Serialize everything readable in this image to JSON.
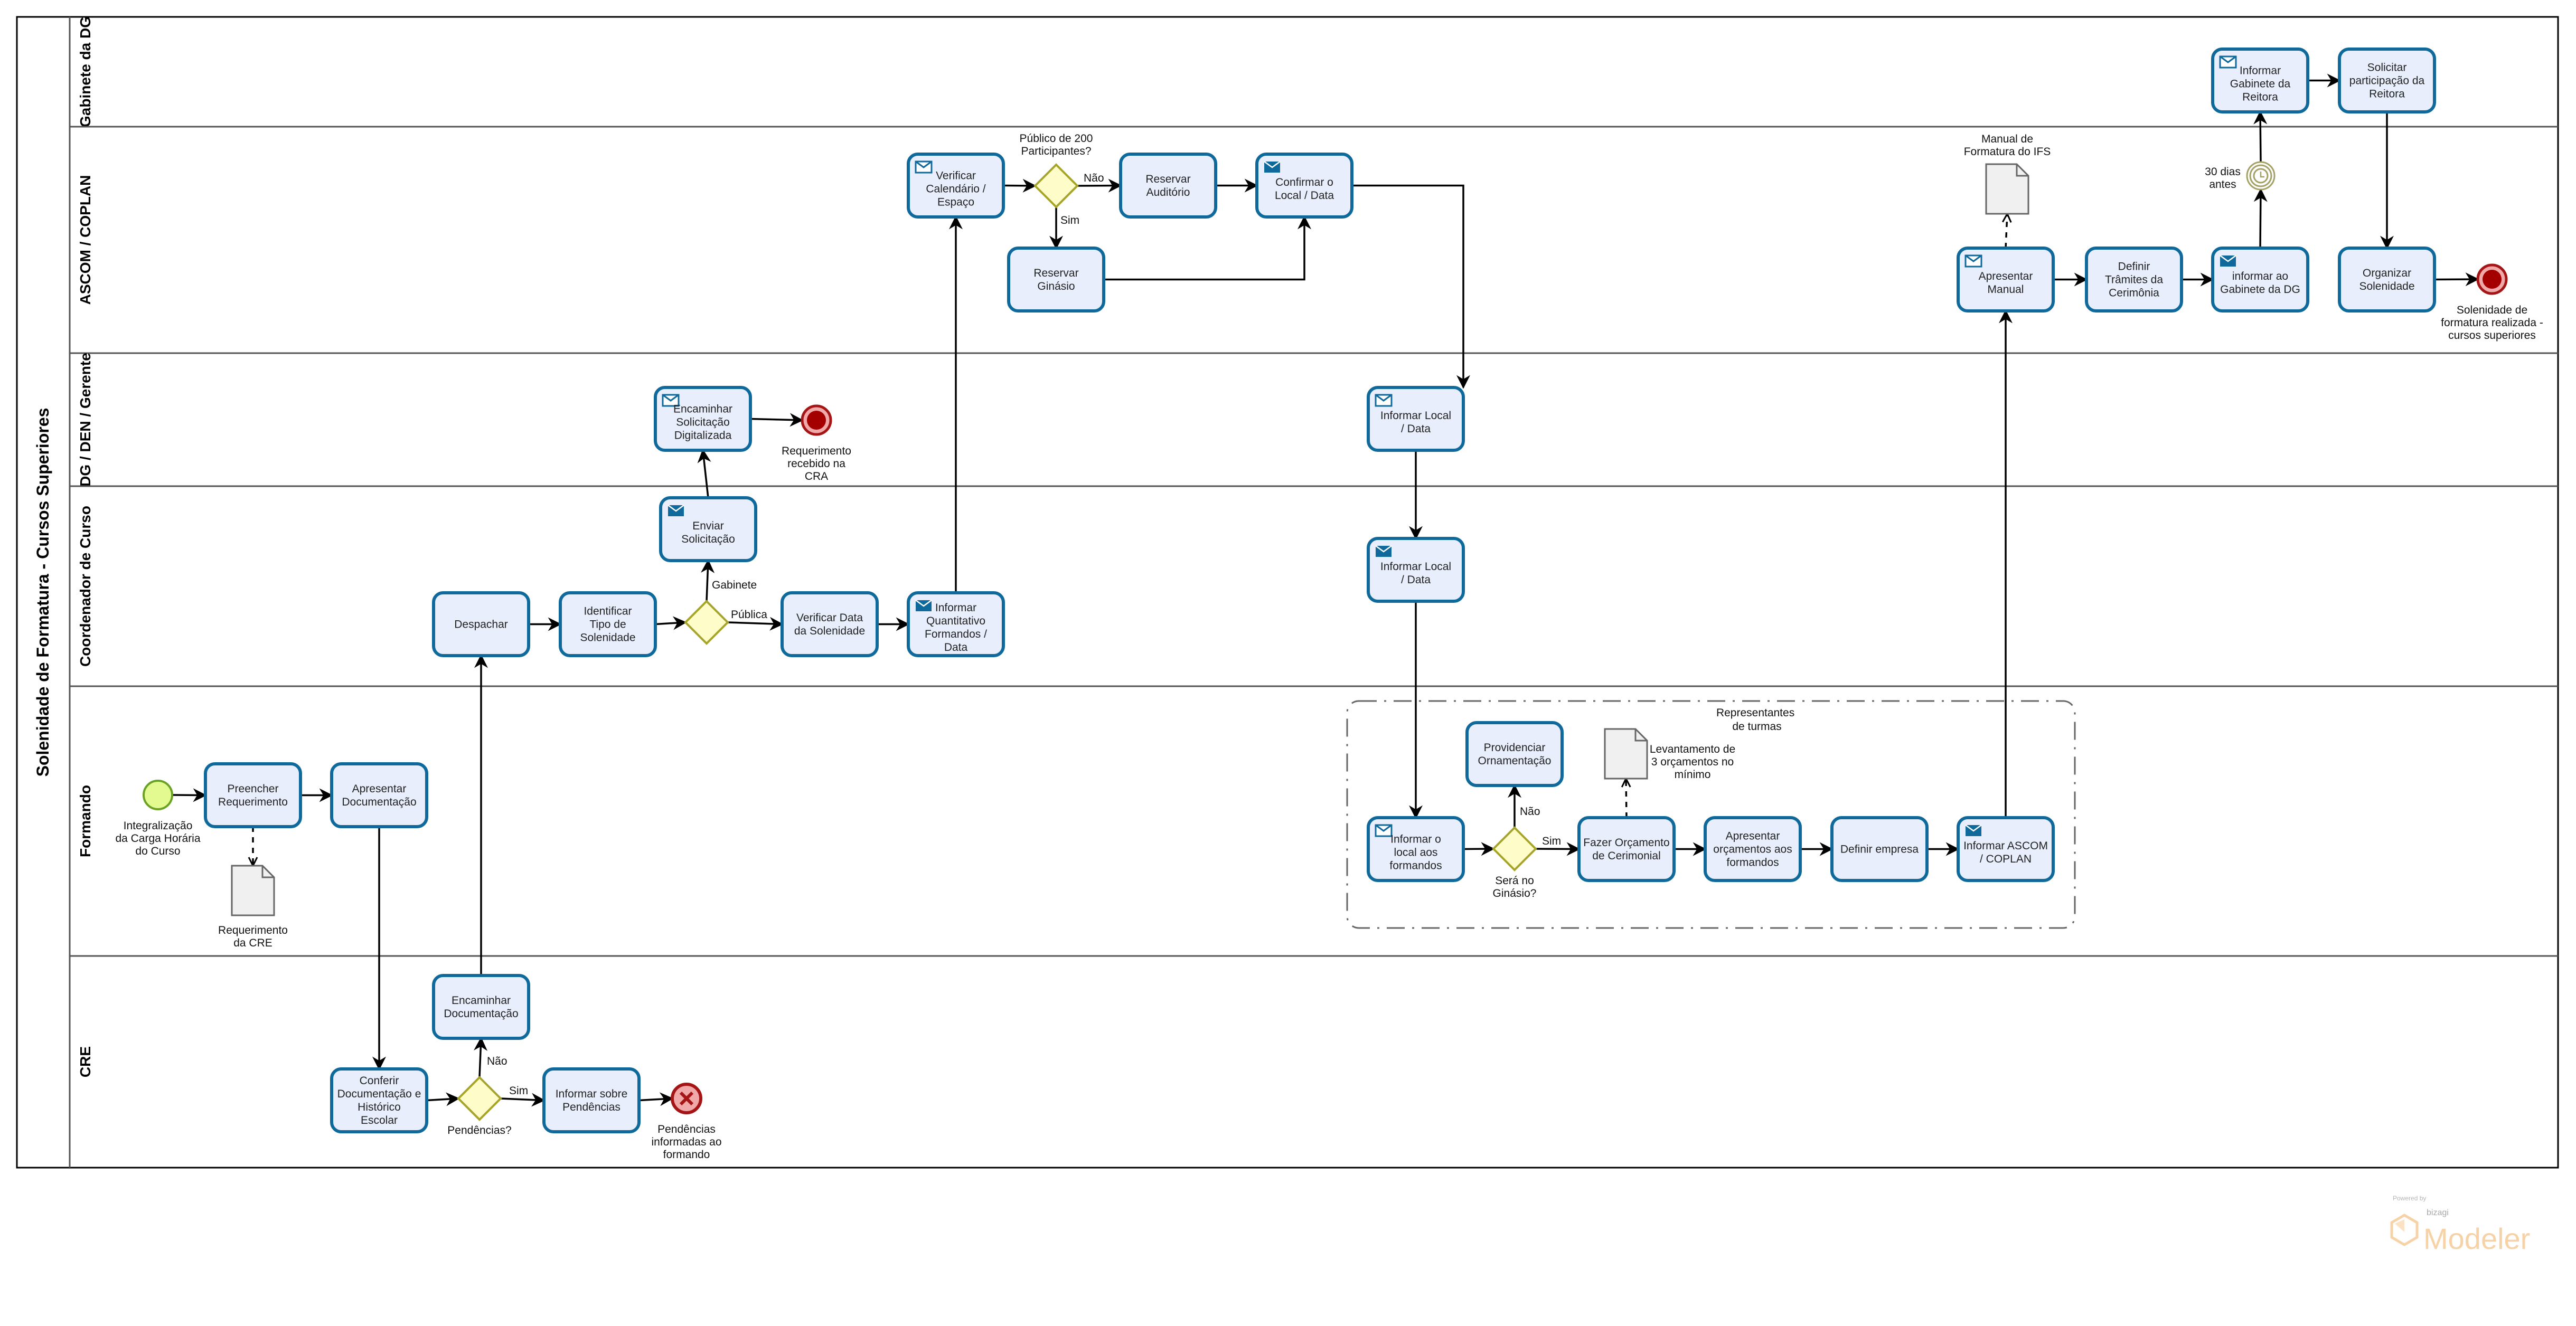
{
  "diagram": {
    "title": "Solenidade de Formatura - Cursos Superiores",
    "lanes": [
      {
        "id": "gabinete",
        "label": "Gabinete da DG"
      },
      {
        "id": "ascom",
        "label": "ASCOM / COPLAN"
      },
      {
        "id": "dg",
        "label": "DG / DEN / Gerente"
      },
      {
        "id": "coord",
        "label": "Coordenador de Curso"
      },
      {
        "id": "formando",
        "label": "Formando"
      },
      {
        "id": "cre",
        "label": "CRE"
      }
    ],
    "tasks": {
      "preencher": {
        "label": "Preencher Requerimento",
        "icon": "none"
      },
      "apresentar_doc": {
        "label": "Apresentar Documentação",
        "icon": "none"
      },
      "conferir": {
        "label": "Conferir Documentação e Histórico Escolar",
        "icon": "none"
      },
      "encaminhar_doc": {
        "label": "Encaminhar Documentação",
        "icon": "none"
      },
      "informar_pend": {
        "label": "Informar sobre Pendências",
        "icon": "none"
      },
      "despachar": {
        "label": "Despachar",
        "icon": "none"
      },
      "identificar": {
        "label": "Identificar Tipo de Solenidade",
        "icon": "none"
      },
      "verificar_data": {
        "label": "Verificar Data da Solenidade",
        "icon": "none"
      },
      "informar_quant": {
        "label": "Informar Quantitativo Formandos / Data",
        "icon": "send"
      },
      "enviar_solic": {
        "label": "Enviar Solicitação",
        "icon": "send"
      },
      "encaminhar_solic": {
        "label": "Encaminhar Solicitação Digitalizada",
        "icon": "receive"
      },
      "verificar_cal": {
        "label": "Verificar Calendário / Espaço",
        "icon": "receive"
      },
      "reservar_aud": {
        "label": "Reservar Auditório",
        "icon": "none"
      },
      "confirmar": {
        "label": "Confirmar o Local / Data",
        "icon": "send"
      },
      "reservar_gin": {
        "label": "Reservar Ginásio",
        "icon": "none"
      },
      "informar_local_dg": {
        "label": "Informar Local / Data",
        "icon": "receive"
      },
      "informar_local_coord": {
        "label": "Informar Local / Data",
        "icon": "send"
      },
      "informar_formandos": {
        "label": "Informar o local aos formandos",
        "icon": "receive"
      },
      "providenciar": {
        "label": "Providenciar Ornamentação",
        "icon": "none"
      },
      "fazer_orc": {
        "label": "Fazer Orçamento de Cerimonial",
        "icon": "none"
      },
      "apresentar_orc": {
        "label": "Apresentar orçamentos aos formandos",
        "icon": "none"
      },
      "definir_empresa": {
        "label": "Definir empresa",
        "icon": "none"
      },
      "informar_ascom": {
        "label": "Informar ASCOM / COPLAN",
        "icon": "send"
      },
      "apresentar_manual": {
        "label": "Apresentar Manual",
        "icon": "receive"
      },
      "definir_tramites": {
        "label": "Definir Trâmites da Cerimônia",
        "icon": "none"
      },
      "informar_gab_dg": {
        "label": "informar ao Gabinete da DG",
        "icon": "send"
      },
      "informar_gab_reit": {
        "label": "Informar Gabinete da Reitora",
        "icon": "receive"
      },
      "solicitar_part": {
        "label": "Solicitar participação da Reitora",
        "icon": "none"
      },
      "organizar": {
        "label": "Organizar Solenidade",
        "icon": "none"
      }
    },
    "gateways": {
      "pendencias": {
        "label": "Pendências?"
      },
      "tipo": {
        "label": ""
      },
      "publico": {
        "label": "Público de 200 Participantes?"
      },
      "ginasio": {
        "label": "Será no Ginásio?"
      }
    },
    "events": {
      "start": {
        "label": "Integralização da Carga Horária do Curso",
        "type": "start"
      },
      "end_error": {
        "label": "Pendências informadas ao formando",
        "type": "error-end"
      },
      "end_cra": {
        "label": "Requerimento recebido na CRA",
        "type": "end"
      },
      "timer": {
        "label": "30 dias antes",
        "type": "timer"
      },
      "end_final": {
        "label": "Solenidade de formatura realizada - cursos superiores",
        "type": "end"
      }
    },
    "artifacts": {
      "doc_cre": {
        "label": "Requerimento da CRE"
      },
      "doc_levant": {
        "label": "Levantamento de 3 orçamentos no mínimo"
      },
      "doc_manual": {
        "label": "Manual de Formatura do IFS"
      },
      "group": {
        "label": "Representantes de turmas"
      }
    },
    "flow_labels": {
      "pend_nao": "Não",
      "pend_sim": "Sim",
      "tipo_gabinete": "Gabinete",
      "tipo_publica": "Pública",
      "pub_nao": "Não",
      "pub_sim": "Sim",
      "gin_nao": "Não",
      "gin_sim": "Sim"
    },
    "colors": {
      "task_fill": "#e8eefc",
      "task_stroke": "#0f6a9b",
      "gateway_fill": "#fefcc8",
      "gateway_stroke": "#a6a52a",
      "start_fill": "#e3fa91",
      "start_stroke": "#6aa224",
      "end_fill": "#a50000",
      "end_stroke": "#a51515",
      "end_ring": "#f0a8a8",
      "timer_stroke": "#a4a066",
      "doc_fill": "#f0f0f0",
      "doc_stroke": "#666666",
      "lane_stroke": "#555555"
    }
  },
  "watermark": {
    "powered_by": "Powered by",
    "brand": "bizagi",
    "product": "Modeler"
  }
}
